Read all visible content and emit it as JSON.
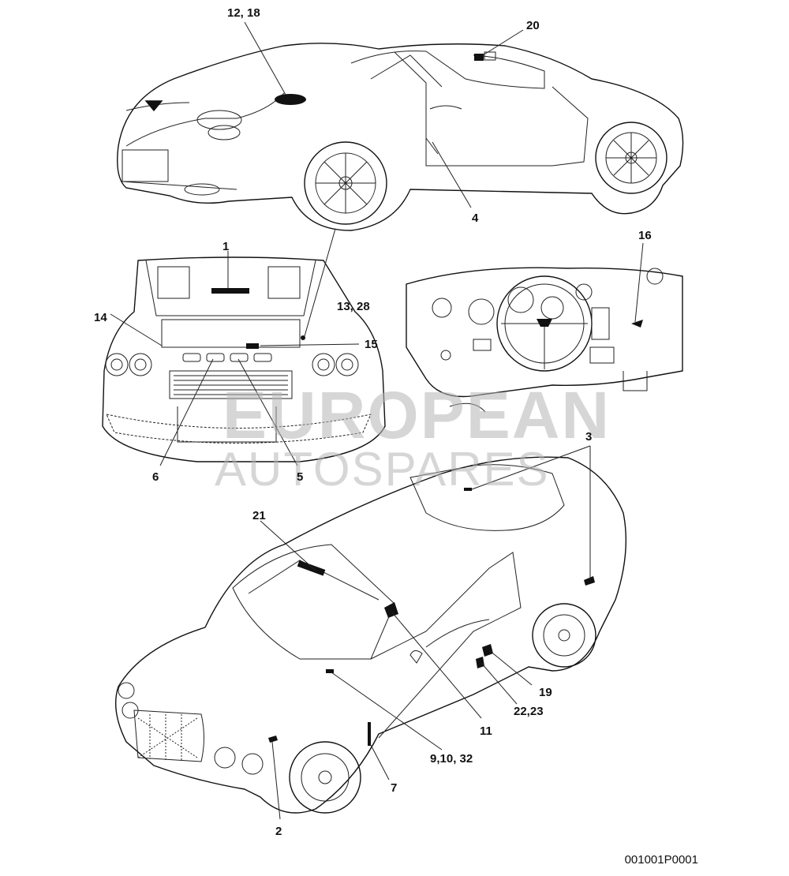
{
  "callouts": {
    "c_12_18": "12, 18",
    "c_20": "20",
    "c_4": "4",
    "c_1": "1",
    "c_16": "16",
    "c_14": "14",
    "c_13_28": "13, 28",
    "c_15": "15",
    "c_6": "6",
    "c_5": "5",
    "c_3": "3",
    "c_21": "21",
    "c_19": "19",
    "c_22_23": "22,23",
    "c_11": "11",
    "c_9_10_32": "9,10, 32",
    "c_7": "7",
    "c_2": "2"
  },
  "watermark": {
    "line1": "EUROPEAN",
    "line2": "AUTOSPARES"
  },
  "drawing_code": "001001P0001",
  "icons": [
    "car-rear-view",
    "engine-bay-view",
    "dashboard-view",
    "car-front-three-quarter-view"
  ]
}
